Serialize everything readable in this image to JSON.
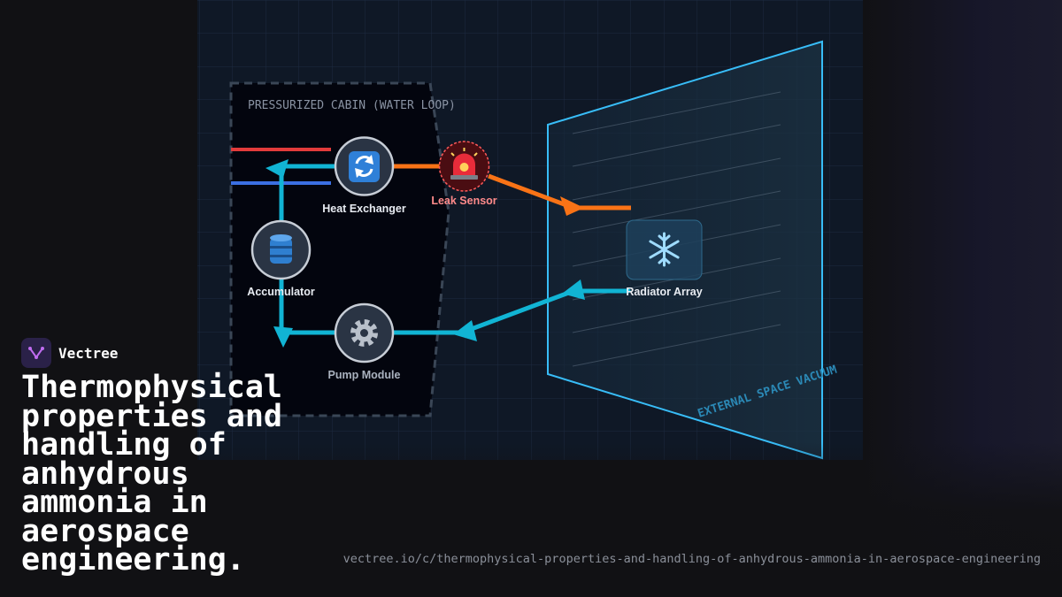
{
  "diagram": {
    "cabin_label": "PRESSURIZED CABIN (WATER LOOP)",
    "vacuum_label": "EXTERNAL SPACE VACUUM",
    "nodes": {
      "heat_exchanger": {
        "label": "Heat Exchanger",
        "icon": "arrows-cycle-icon"
      },
      "leak_sensor": {
        "label": "Leak Sensor",
        "icon": "siren-icon"
      },
      "accumulator": {
        "label": "Accumulator",
        "icon": "barrel-icon"
      },
      "pump_module": {
        "label": "Pump Module",
        "icon": "gear-icon"
      },
      "radiator_array": {
        "label": "Radiator Array",
        "icon": "snowflake-icon"
      }
    },
    "colors": {
      "coolant_loop": "#11b4d4",
      "hot_line": "#f97316",
      "water_hot": "#e23b3b",
      "water_cold": "#3b6fe2",
      "radiator_panel": "#38bdf8",
      "leak_alert": "#ff5a5a"
    }
  },
  "brand": {
    "name": "Vectree",
    "logo_icon": "vectree-logo-icon"
  },
  "headline": "Thermophysical\nproperties and\nhandling of\nanhydrous\nammonia in\naerospace\nengineering.",
  "url": "vectree.io/c/thermophysical-properties-and-handling-of-anhydrous-ammonia-in-aerospace-engineering"
}
